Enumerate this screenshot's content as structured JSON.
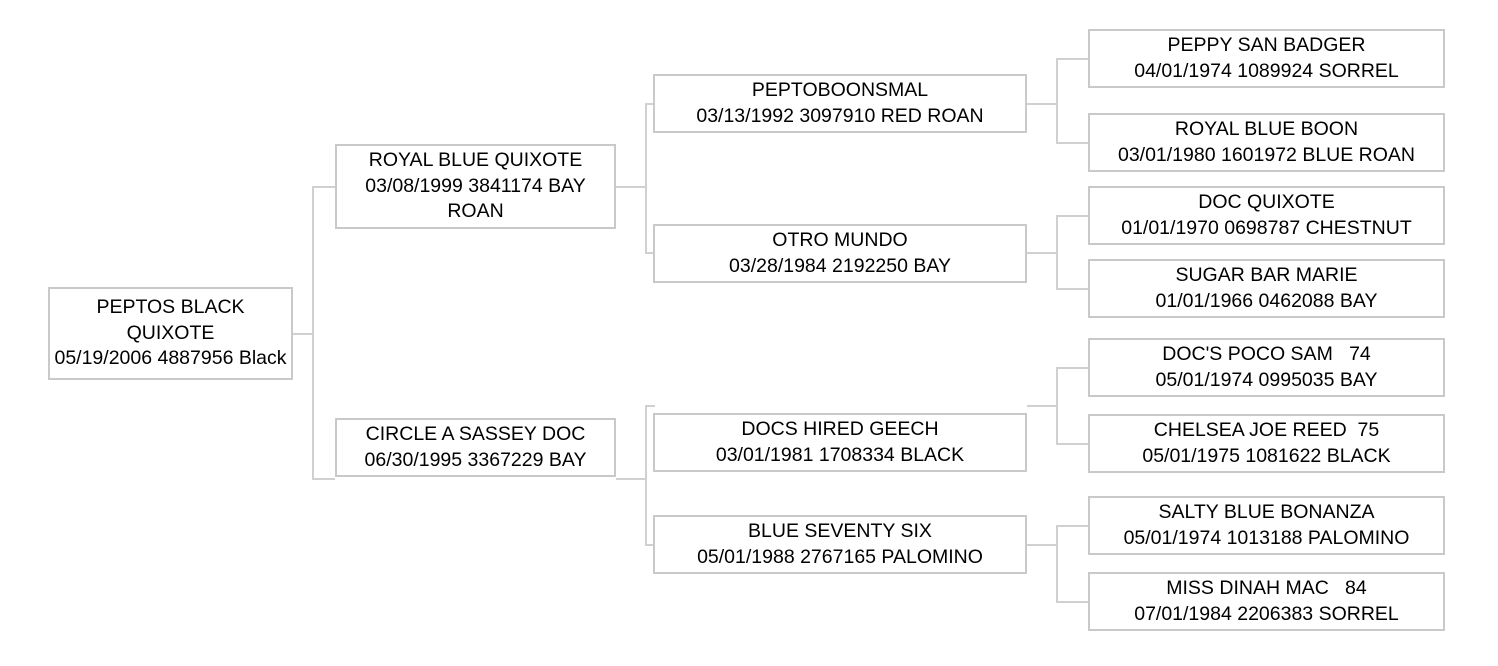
{
  "chart": {
    "type": "pedigree-tree",
    "title": "",
    "orientation": "left-to-right",
    "generations": 4,
    "colors": {
      "box_border": "#c9c9c9",
      "connector_line": "#d0d0d0",
      "text": "#000000",
      "background": "#ffffff"
    }
  },
  "nodes": {
    "root": {
      "name": "PEPTOS BLACK QUIXOTE",
      "detail": "05/19/2006 4887956 Black",
      "birth_date": "05/19/2006",
      "registration": "4887956",
      "color": "Black",
      "generation": 0
    },
    "sire": {
      "name": "ROYAL BLUE QUIXOTE",
      "detail": "03/08/1999 3841174 BAY ROAN",
      "birth_date": "03/08/1999",
      "registration": "3841174",
      "color": "BAY ROAN",
      "generation": 1
    },
    "dam": {
      "name": "CIRCLE A SASSEY DOC",
      "detail": "06/30/1995 3367229 BAY",
      "birth_date": "06/30/1995",
      "registration": "3367229",
      "color": "BAY",
      "generation": 1
    },
    "sire_sire": {
      "name": "PEPTOBOONSMAL",
      "detail": "03/13/1992 3097910 RED ROAN",
      "birth_date": "03/13/1992",
      "registration": "3097910",
      "color": "RED ROAN",
      "generation": 2
    },
    "sire_dam": {
      "name": "OTRO MUNDO",
      "detail": "03/28/1984 2192250 BAY",
      "birth_date": "03/28/1984",
      "registration": "2192250",
      "color": "BAY",
      "generation": 2
    },
    "dam_sire": {
      "name": "DOCS HIRED GEECH",
      "detail": "03/01/1981 1708334 BLACK",
      "birth_date": "03/01/1981",
      "registration": "1708334",
      "color": "BLACK",
      "generation": 2
    },
    "dam_dam": {
      "name": "BLUE SEVENTY SIX",
      "detail": "05/01/1988 2767165 PALOMINO",
      "birth_date": "05/01/1988",
      "registration": "2767165",
      "color": "PALOMINO",
      "generation": 2
    },
    "ss_sire": {
      "name": "PEPPY SAN BADGER",
      "detail": "04/01/1974 1089924 SORREL",
      "birth_date": "04/01/1974",
      "registration": "1089924",
      "color": "SORREL",
      "generation": 3
    },
    "ss_dam": {
      "name": "ROYAL BLUE BOON",
      "detail": "03/01/1980 1601972 BLUE ROAN",
      "birth_date": "03/01/1980",
      "registration": "1601972",
      "color": "BLUE ROAN",
      "generation": 3
    },
    "sd_sire": {
      "name": "DOC QUIXOTE",
      "detail": "01/01/1970 0698787 CHESTNUT",
      "birth_date": "01/01/1970",
      "registration": "0698787",
      "color": "CHESTNUT",
      "generation": 3
    },
    "sd_dam": {
      "name": "SUGAR BAR MARIE",
      "detail": "01/01/1966 0462088 BAY",
      "birth_date": "01/01/1966",
      "registration": "0462088",
      "color": "BAY",
      "generation": 3
    },
    "ds_sire": {
      "name": "DOC'S POCO SAM   74",
      "detail": "05/01/1974 0995035 BAY",
      "birth_date": "05/01/1974",
      "registration": "0995035",
      "color": "BAY",
      "generation": 3
    },
    "ds_dam": {
      "name": "CHELSEA JOE REED  75",
      "detail": "05/01/1975 1081622 BLACK",
      "birth_date": "05/01/1975",
      "registration": "1081622",
      "color": "BLACK",
      "generation": 3
    },
    "dd_sire": {
      "name": "SALTY BLUE BONANZA",
      "detail": "05/01/1974 1013188 PALOMINO",
      "birth_date": "05/01/1974",
      "registration": "1013188",
      "color": "PALOMINO",
      "generation": 3
    },
    "dd_dam": {
      "name": "MISS DINAH MAC   84",
      "detail": "07/01/1984 2206383 SORREL",
      "birth_date": "07/01/1984",
      "registration": "2206383",
      "color": "SORREL",
      "generation": 3
    }
  }
}
